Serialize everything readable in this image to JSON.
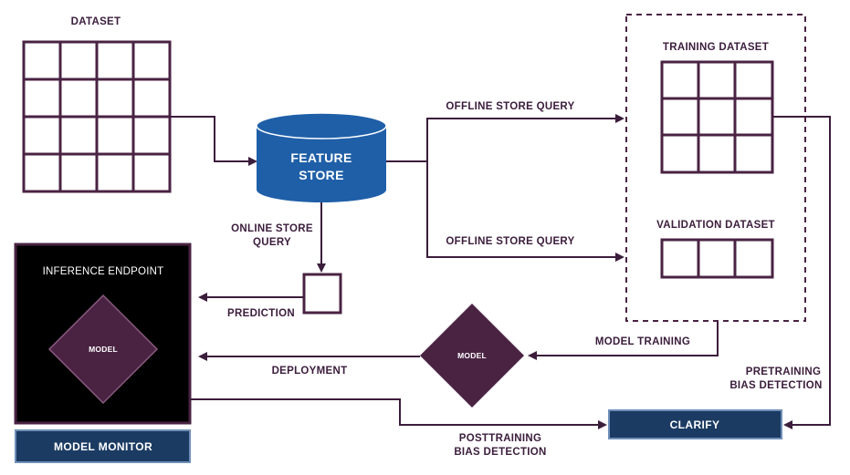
{
  "dataset": {
    "title": "DATASET",
    "rows": 4,
    "cols": 4
  },
  "feature_store": {
    "line1": "FEATURE",
    "line2": "STORE"
  },
  "online_query": {
    "line1": "ONLINE STORE",
    "line2": "QUERY"
  },
  "offline_query_top": "OFFLINE STORE QUERY",
  "offline_query_bottom": "OFFLINE STORE QUERY",
  "training_dataset": {
    "title": "TRAINING DATASET",
    "rows": 3,
    "cols": 3
  },
  "validation_dataset": {
    "title": "VALIDATION DATASET",
    "rows": 1,
    "cols": 3
  },
  "inference_endpoint": {
    "title": "INFERENCE ENDPOINT",
    "model_label": "MODEL"
  },
  "prediction_label": "PREDICTION",
  "deployment_label": "DEPLOYMENT",
  "model_diamond_label": "MODEL",
  "model_training_label": "MODEL TRAINING",
  "pretraining": {
    "line1": "PRETRAINING",
    "line2": "BIAS DETECTION"
  },
  "posttraining": {
    "line1": "POSTTRAINING",
    "line2": "BIAS DETECTION"
  },
  "clarify_label": "CLARIFY",
  "model_monitor_label": "MODEL MONITOR",
  "colors": {
    "plum": "#4a2343",
    "plum_dark": "#3b1d3c",
    "blue": "#1f5fa8",
    "navy": "#1b3b63",
    "black": "#000000"
  }
}
